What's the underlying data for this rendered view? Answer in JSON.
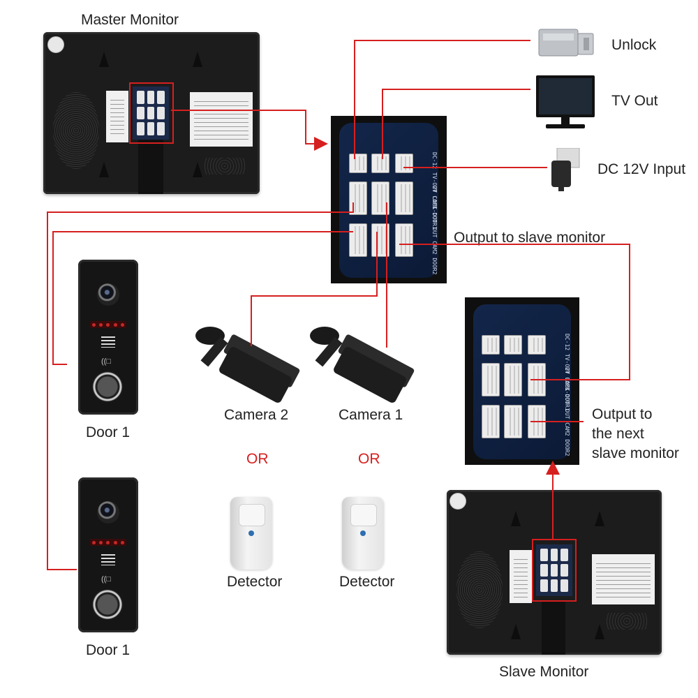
{
  "labels": {
    "master_monitor": "Master Monitor",
    "slave_monitor": "Slave Monitor",
    "unlock": "Unlock",
    "tv_out": "TV Out",
    "dc_input": "DC 12V Input",
    "output_slave": "Output to slave monitor",
    "output_next": "Output to\nthe next\nslave monitor",
    "door1_top": "Door 1",
    "door1_bottom": "Door 1",
    "camera2": "Camera 2",
    "camera1": "Camera 1",
    "or_left": "OR",
    "or_right": "OR",
    "detector_left": "Detector",
    "detector_right": "Detector"
  },
  "icons": {
    "lock": "electric-lock-icon",
    "tv": "tv-icon",
    "adapter": "power-adapter-icon",
    "camera": "bullet-camera-icon",
    "detector": "pir-detector-icon",
    "door": "door-station-icon",
    "monitor": "monitor-back-icon"
  },
  "board_silkscreen": {
    "row1": "DC-12 TV-OUT LOCK-OUT",
    "row2": "2V CAM1 DOOR1",
    "row3": "OUT CAM2 DOOR2"
  },
  "colors": {
    "wire": "#d61f1f",
    "label": "#222222",
    "or": "#d61f1f"
  }
}
